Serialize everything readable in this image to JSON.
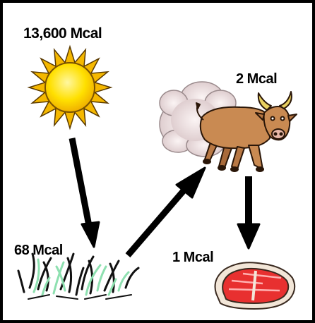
{
  "labels": {
    "sun": "13,600 Mcal",
    "cow": "2 Mcal",
    "grass": "68 Mcal",
    "steak": "1 Mcal"
  },
  "colors": {
    "border": "#000000",
    "sun_fill": "#ffe000",
    "sun_rays": "#f5b800",
    "cloud": "#eadadc",
    "cow_body": "#c98a52",
    "horns": "#e8d060",
    "grass_dark": "#111111",
    "grass_light": "#8ee0b0",
    "steak_meat": "#e83030",
    "steak_fat": "#f2e6d8",
    "arrow": "#000000"
  },
  "icons": [
    "sun-icon",
    "cow-icon",
    "grass-icon",
    "steak-icon"
  ]
}
